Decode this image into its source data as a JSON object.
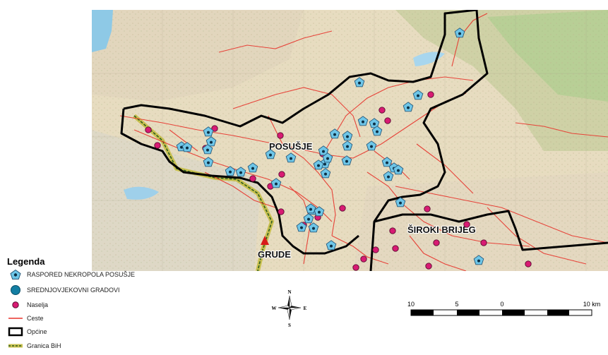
{
  "map": {
    "place_labels": [
      {
        "id": "posusje",
        "text": "POSUŠJE"
      },
      {
        "id": "siroki",
        "text": "ŠIROKI BRIJEG"
      },
      {
        "id": "grude",
        "text": "GRUDE"
      }
    ],
    "colors": {
      "road": "#e8332b",
      "border_municipal": "#000000",
      "border_state": "#2f5d1f",
      "border_state_fill": "#c8c050",
      "necropolis_fill": "#6ec6e8",
      "settlement_fill": "#d81b73",
      "medieval_fill": "#137ea3"
    }
  },
  "legend": {
    "title": "Legenda",
    "items": [
      {
        "key": "necropolis",
        "label": "RASPORED NEKROPOLA POSUŠJE",
        "icon": "pentagon-icon"
      },
      {
        "key": "medieval",
        "label": "SREDNJOVJEKOVNI GRADOVI",
        "icon": "circle-icon"
      },
      {
        "key": "settlement",
        "label": "Naselja",
        "icon": "dot-icon"
      },
      {
        "key": "road",
        "label": "Ceste",
        "icon": "line-icon"
      },
      {
        "key": "municipality",
        "label": "Općine",
        "icon": "rectangle-icon"
      },
      {
        "key": "border",
        "label": "Granica BiH",
        "icon": "dashed-line-icon"
      }
    ]
  },
  "compass": {
    "n": "N",
    "s": "S",
    "e": "E",
    "w": "W"
  },
  "scale": {
    "labels": [
      "10",
      "5",
      "0",
      "10 km"
    ]
  }
}
